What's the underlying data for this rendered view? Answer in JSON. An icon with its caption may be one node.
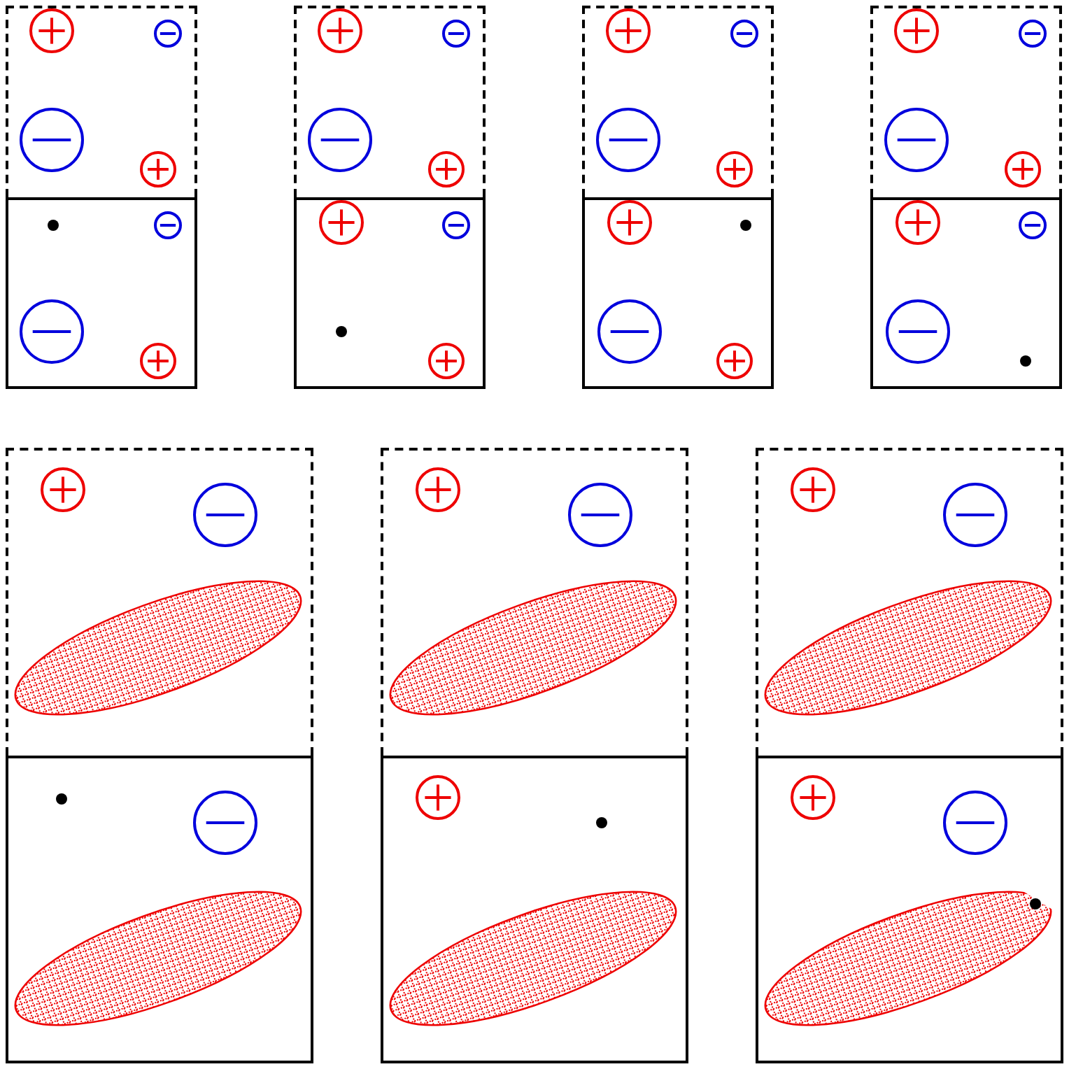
{
  "diagram": {
    "nodes": [
      {
        "text": [],
        "shape": "box"
      },
      {
        "text": [],
        "shape": "box"
      },
      {
        "text": [],
        "shape": "box"
      },
      {
        "text": [],
        "shape": "box"
      },
      {
        "text": [],
        "shape": "box"
      },
      {
        "text": [],
        "shape": "box"
      },
      {
        "text": [],
        "shape": "box"
      },
      {
        "text": [],
        "shape": "box"
      },
      {
        "text": [],
        "shape": "box"
      },
      {
        "text": [],
        "shape": "ellipse",
        "in": 8
      },
      {
        "text": [],
        "shape": "box"
      },
      {
        "text": [],
        "shape": "ellipse",
        "in": 10
      },
      {
        "text": [],
        "shape": "box"
      },
      {
        "text": [],
        "shape": "ellipse",
        "in": 12
      },
      {
        "text": [],
        "shape": "box"
      },
      {
        "text": [],
        "shape": "ellipse",
        "in": 14
      },
      {
        "text": [],
        "shape": "box"
      },
      {
        "text": [],
        "shape": "ellipse",
        "in": 16
      },
      {
        "text": [],
        "shape": "box"
      },
      {
        "text": [],
        "shape": "ellipse",
        "in": 18
      }
    ]
  }
}
